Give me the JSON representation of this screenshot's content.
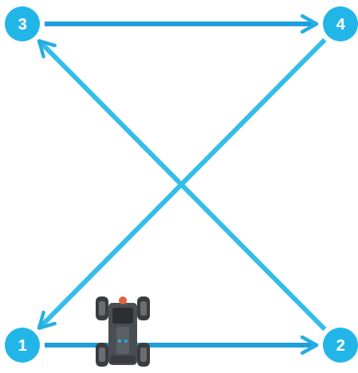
{
  "diagram": {
    "nodes": [
      {
        "text": [
          "3"
        ]
      },
      {
        "text": [
          "4"
        ]
      },
      {
        "text": [
          "1"
        ]
      },
      {
        "text": [
          "2"
        ]
      }
    ],
    "edges": [
      {
        "from": 2,
        "to": 3,
        "arrow": "to"
      },
      {
        "from": 3,
        "to": 0,
        "arrow": "to"
      },
      {
        "from": 0,
        "to": 1,
        "arrow": "to"
      },
      {
        "from": 1,
        "to": 2,
        "arrow": "to"
      }
    ]
  }
}
